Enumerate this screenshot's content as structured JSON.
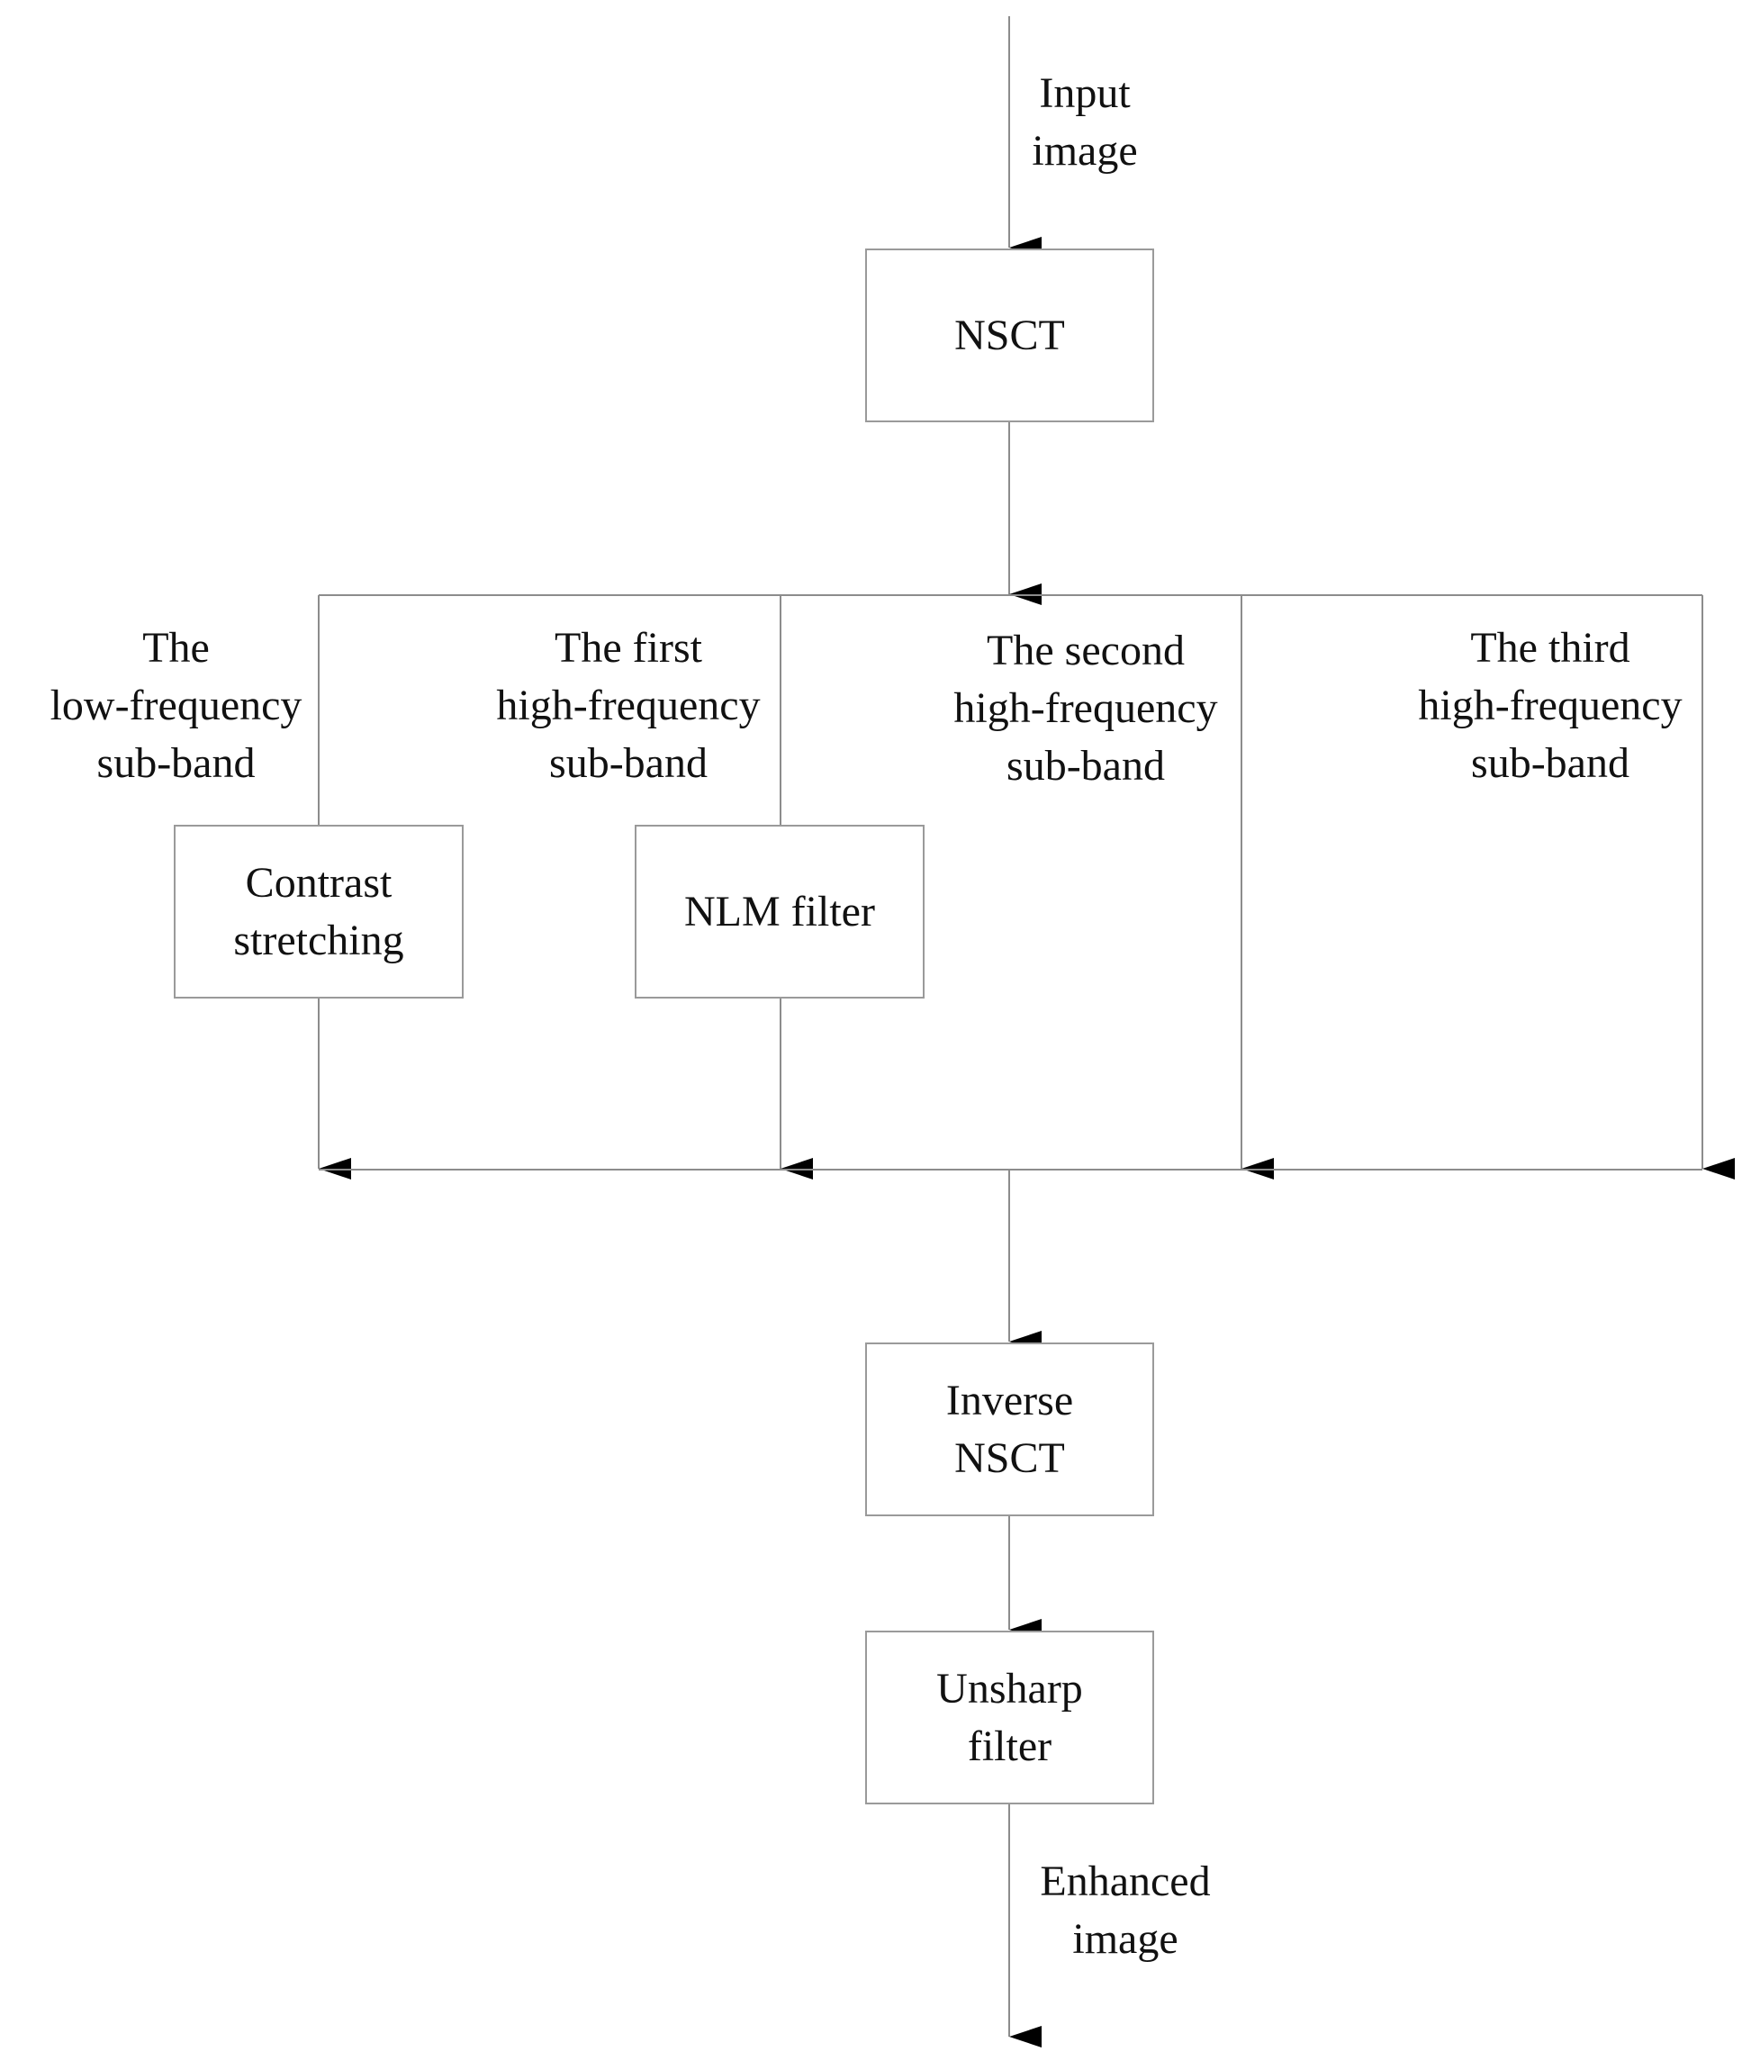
{
  "input_label": [
    "Input",
    "image"
  ],
  "nsct_box": [
    "NSCT"
  ],
  "branches": {
    "low": [
      "The",
      "low-frequency",
      "sub-band"
    ],
    "high1": [
      "The first",
      "high-frequency",
      "sub-band"
    ],
    "high2": [
      "The second",
      "high-frequency",
      "sub-band"
    ],
    "high3": [
      "The third",
      "high-frequency",
      "sub-band"
    ]
  },
  "contrast_box": [
    "Contrast",
    "stretching"
  ],
  "nlm_box": [
    "NLM filter"
  ],
  "inverse_box": [
    "Inverse",
    "NSCT"
  ],
  "unsharp_box": [
    "Unsharp",
    "filter"
  ],
  "output_label": [
    "Enhanced",
    "image"
  ],
  "colors": {
    "line": "#8c8c8c",
    "arrow": "#000000",
    "text": "#111111"
  }
}
